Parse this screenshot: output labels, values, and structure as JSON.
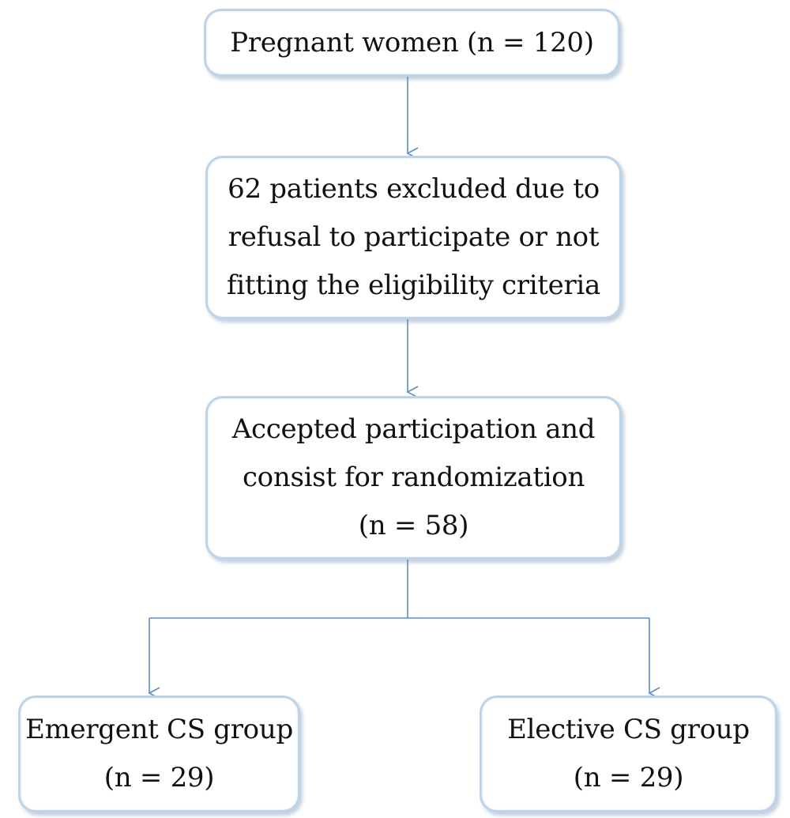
{
  "flowchart": {
    "nodes": [
      {
        "id": "pregnant",
        "lines": [
          "Pregnant women (n = 120)"
        ]
      },
      {
        "id": "excluded",
        "lines": [
          "62 patients excluded due to",
          "refusal to participate or not",
          "fitting the eligibility criteria"
        ]
      },
      {
        "id": "accepted",
        "lines": [
          "Accepted participation and",
          "consist for randomization",
          "(n = 58)"
        ]
      },
      {
        "id": "emergent",
        "lines": [
          "Emergent CS group",
          "(n = 29)"
        ]
      },
      {
        "id": "elective",
        "lines": [
          "Elective CS group",
          "(n = 29)"
        ]
      }
    ],
    "edges": [
      {
        "from": "pregnant",
        "to": "excluded"
      },
      {
        "from": "excluded",
        "to": "accepted"
      },
      {
        "from": "accepted",
        "to": "emergent"
      },
      {
        "from": "accepted",
        "to": "elective"
      }
    ],
    "colors": {
      "arrow": "#5b8fc4",
      "box_border": "#bcd3ea"
    }
  }
}
